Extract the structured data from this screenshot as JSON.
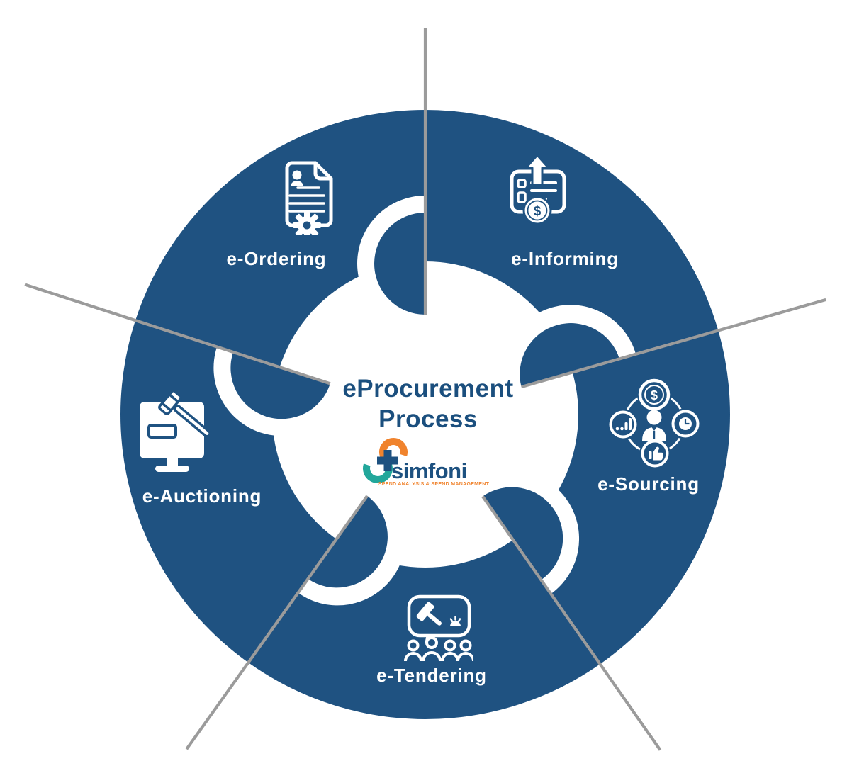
{
  "diagram": {
    "title_line1": "eProcurement",
    "title_line2": "Process"
  },
  "logo": {
    "brand": "simfoni",
    "tagline": "SPEND ANALYSIS & SPEND MANAGEMENT"
  },
  "segments": [
    {
      "label": "e-Ordering",
      "icon": "purchase-order-document-gear-icon"
    },
    {
      "label": "e-Informing",
      "icon": "report-upload-dollar-icon"
    },
    {
      "label": "e-Sourcing",
      "icon": "supplier-evaluation-network-icon"
    },
    {
      "label": "e-Tendering",
      "icon": "bid-announcement-gavel-people-icon"
    },
    {
      "label": "e-Auctioning",
      "icon": "online-auction-monitor-gavel-icon"
    }
  ],
  "colors": {
    "ring_blue": "#1F5281",
    "divider_gray": "#9B9B9B",
    "title_blue": "#1B4F7E",
    "logo_blue": "#1D5180",
    "logo_teal": "#22A79B",
    "logo_orange": "#F0832D",
    "icon_white": "#FFFFFF",
    "background": "#FFFFFF"
  }
}
